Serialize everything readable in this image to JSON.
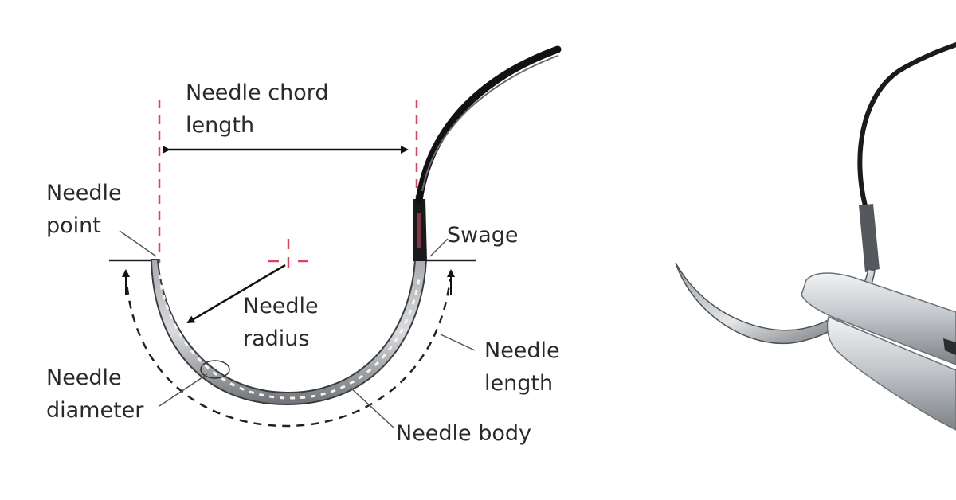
{
  "labels": {
    "chord_length_line1": "Needle chord",
    "chord_length_line2": "length",
    "point_line1": "Needle",
    "point_line2": "point",
    "swage": "Swage",
    "radius_line1": "Needle",
    "radius_line2": "radius",
    "length_line1": "Needle",
    "length_line2": "length",
    "diameter_line1": "Needle",
    "diameter_line2": "diameter",
    "body": "Needle body"
  },
  "colors": {
    "guide_dashes": "#d9475f",
    "arrows": "#111111",
    "needle_steel": "#8c8f93",
    "suture": "#111111"
  },
  "icons": {
    "photo": "needle-holder-gripping-curved-needle"
  }
}
